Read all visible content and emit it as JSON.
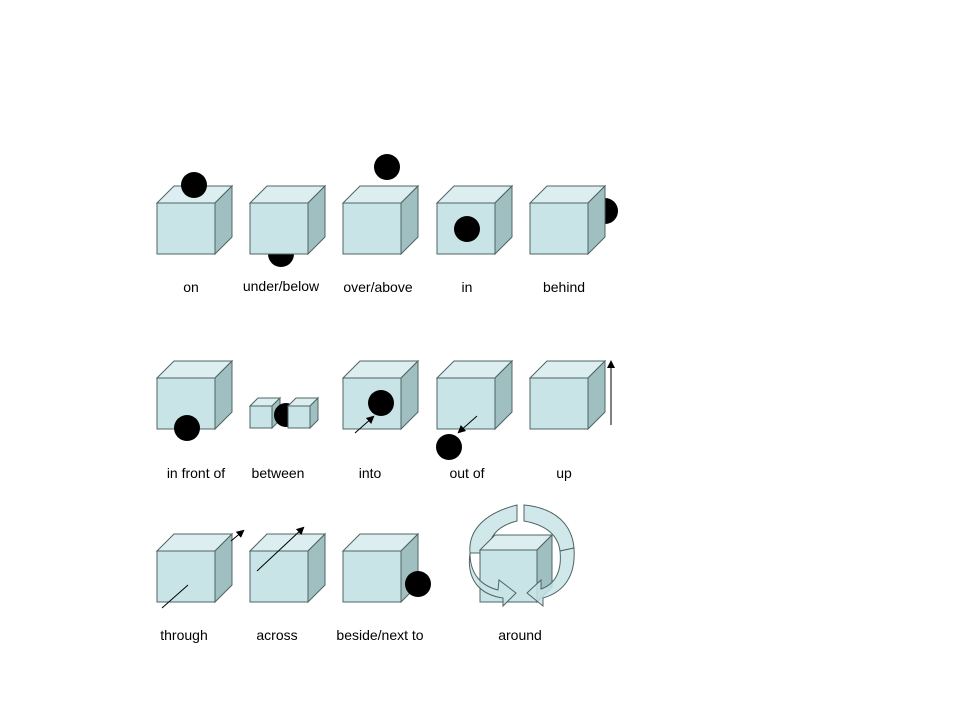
{
  "colors": {
    "cube_front": "#C9E4E6",
    "cube_top": "#DCEEEF",
    "cube_side": "#9FBFC0",
    "cube_edge": "#4F6465",
    "ball": "#000000",
    "arrow": "#000000"
  },
  "prepositions": {
    "on": "on",
    "under_below": "under/below",
    "over_above": "over/above",
    "in": "in",
    "behind": "behind",
    "in_front_of": "in front of",
    "between": "between",
    "into": "into",
    "out_of": "out of",
    "up": "up",
    "through": "through",
    "across": "across",
    "beside_next_to": "beside/next to",
    "around": "around"
  }
}
